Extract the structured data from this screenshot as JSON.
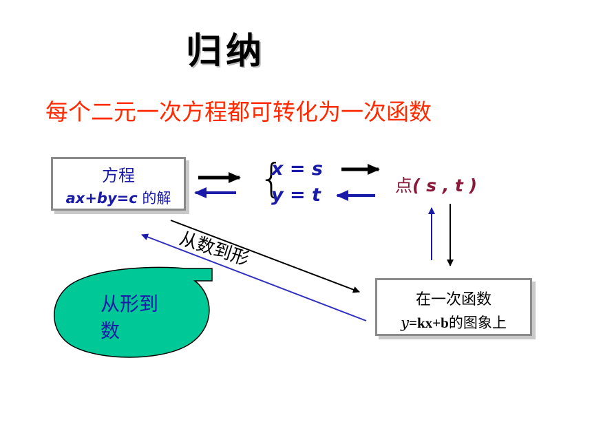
{
  "title": "归纳",
  "subtitle": "每个二元一次方程都可转化为一次函数",
  "equation_box": {
    "line1": "方程",
    "line2_expr": "ax+by=c",
    "line2_suffix": " 的解"
  },
  "system": {
    "line1": "x = s",
    "line2": "y = t"
  },
  "point": {
    "prefix": "点",
    "coords": "( s , t )"
  },
  "function_box": {
    "line1": "在一次函数",
    "line2_var": "y",
    "line2_expr": "=kx+b",
    "line2_suffix": "的图象上"
  },
  "labels": {
    "number_to_shape": "从数到形",
    "shape_to_number": "从形到数"
  },
  "colors": {
    "subtitle": "#ff2a00",
    "blue": "#1a1aa8",
    "bubble": "#00c896"
  }
}
